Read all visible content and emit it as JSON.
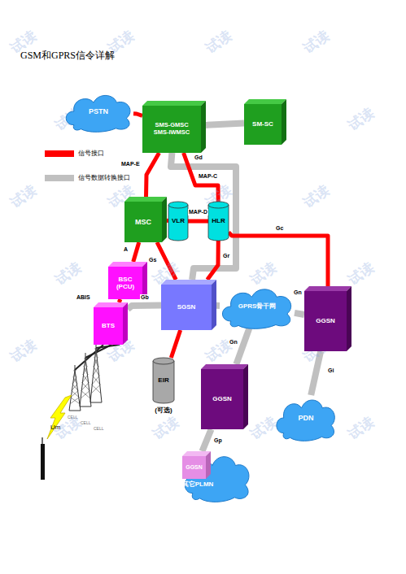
{
  "diagram": {
    "title": "GSM和GPRS信令详解",
    "nodes": [
      {
        "text": [
          "PSTN"
        ]
      },
      {
        "text": [
          "SMS-GMSC",
          "SMS-IWMSC"
        ]
      },
      {
        "text": [
          "SM-SC"
        ]
      },
      {
        "text": [
          "MSC"
        ]
      },
      {
        "text": [
          "VLR"
        ]
      },
      {
        "text": [
          "HLR"
        ]
      },
      {
        "text": [
          "BSC (PCU)"
        ]
      },
      {
        "text": [
          "BTS"
        ]
      },
      {
        "text": [
          "SGSN"
        ]
      },
      {
        "text": [
          "GPRS骨干网"
        ]
      },
      {
        "text": [
          "GGSN"
        ]
      },
      {
        "text": [
          "EIR",
          "(可选)"
        ]
      },
      {
        "text": [
          "GGSN"
        ]
      },
      {
        "text": [
          "PDN"
        ]
      },
      {
        "text": [
          "其它PLMN"
        ]
      },
      {
        "text": [
          "GGSN"
        ],
        "in": 14
      }
    ],
    "edges": [
      {
        "from": 0,
        "to": 1,
        "arrow": "none"
      },
      {
        "from": 1,
        "to": 2,
        "arrow": "none"
      },
      {
        "from": 1,
        "to": 3,
        "label": "MAP-E",
        "arrow": "none"
      },
      {
        "from": 1,
        "to": 8,
        "label": "Gd",
        "arrow": "none"
      },
      {
        "from": 1,
        "to": 5,
        "label": "MAP-C",
        "arrow": "none"
      },
      {
        "from": 3,
        "to": 4,
        "arrow": "none"
      },
      {
        "from": 4,
        "to": 5,
        "label": "MAP-D",
        "arrow": "none"
      },
      {
        "from": 5,
        "to": 10,
        "label": "Gc",
        "arrow": "none"
      },
      {
        "from": 3,
        "to": 6,
        "label": "A",
        "arrow": "none"
      },
      {
        "from": 3,
        "to": 8,
        "label": "Gs",
        "arrow": "none"
      },
      {
        "from": 5,
        "to": 8,
        "label": "Gr",
        "arrow": "none"
      },
      {
        "from": 6,
        "to": 7,
        "label": "ABIS",
        "arrow": "none"
      },
      {
        "from": 7,
        "to": 8,
        "label": "Gb",
        "arrow": "none"
      },
      {
        "from": 8,
        "to": 9,
        "arrow": "none"
      },
      {
        "from": 9,
        "to": 10,
        "label": "Gn",
        "arrow": "none"
      },
      {
        "from": 8,
        "to": 11,
        "arrow": "none"
      },
      {
        "from": 9,
        "to": 12,
        "label": "Gn",
        "arrow": "none"
      },
      {
        "from": 10,
        "to": 13,
        "label": "Gi",
        "arrow": "none"
      },
      {
        "from": 12,
        "to": 15,
        "label": "Gp",
        "arrow": "none"
      }
    ],
    "labels": [
      "Um",
      "CELL",
      "CELL",
      "CELL",
      "试读",
      "试读",
      "试读",
      "试读",
      "试读",
      "试读",
      "试读",
      "试读",
      "试读",
      "试读",
      "试读",
      "试读",
      "试读",
      "试读",
      "试读",
      "试读",
      "试读",
      "试读",
      "试读",
      "试读",
      "试读",
      "试读",
      "试读",
      "试读"
    ],
    "legend": [
      {
        "text": "信号接口",
        "color": "#ff0000"
      },
      {
        "text": "信号数据转换接口",
        "color": "#c0c0c0"
      }
    ]
  }
}
